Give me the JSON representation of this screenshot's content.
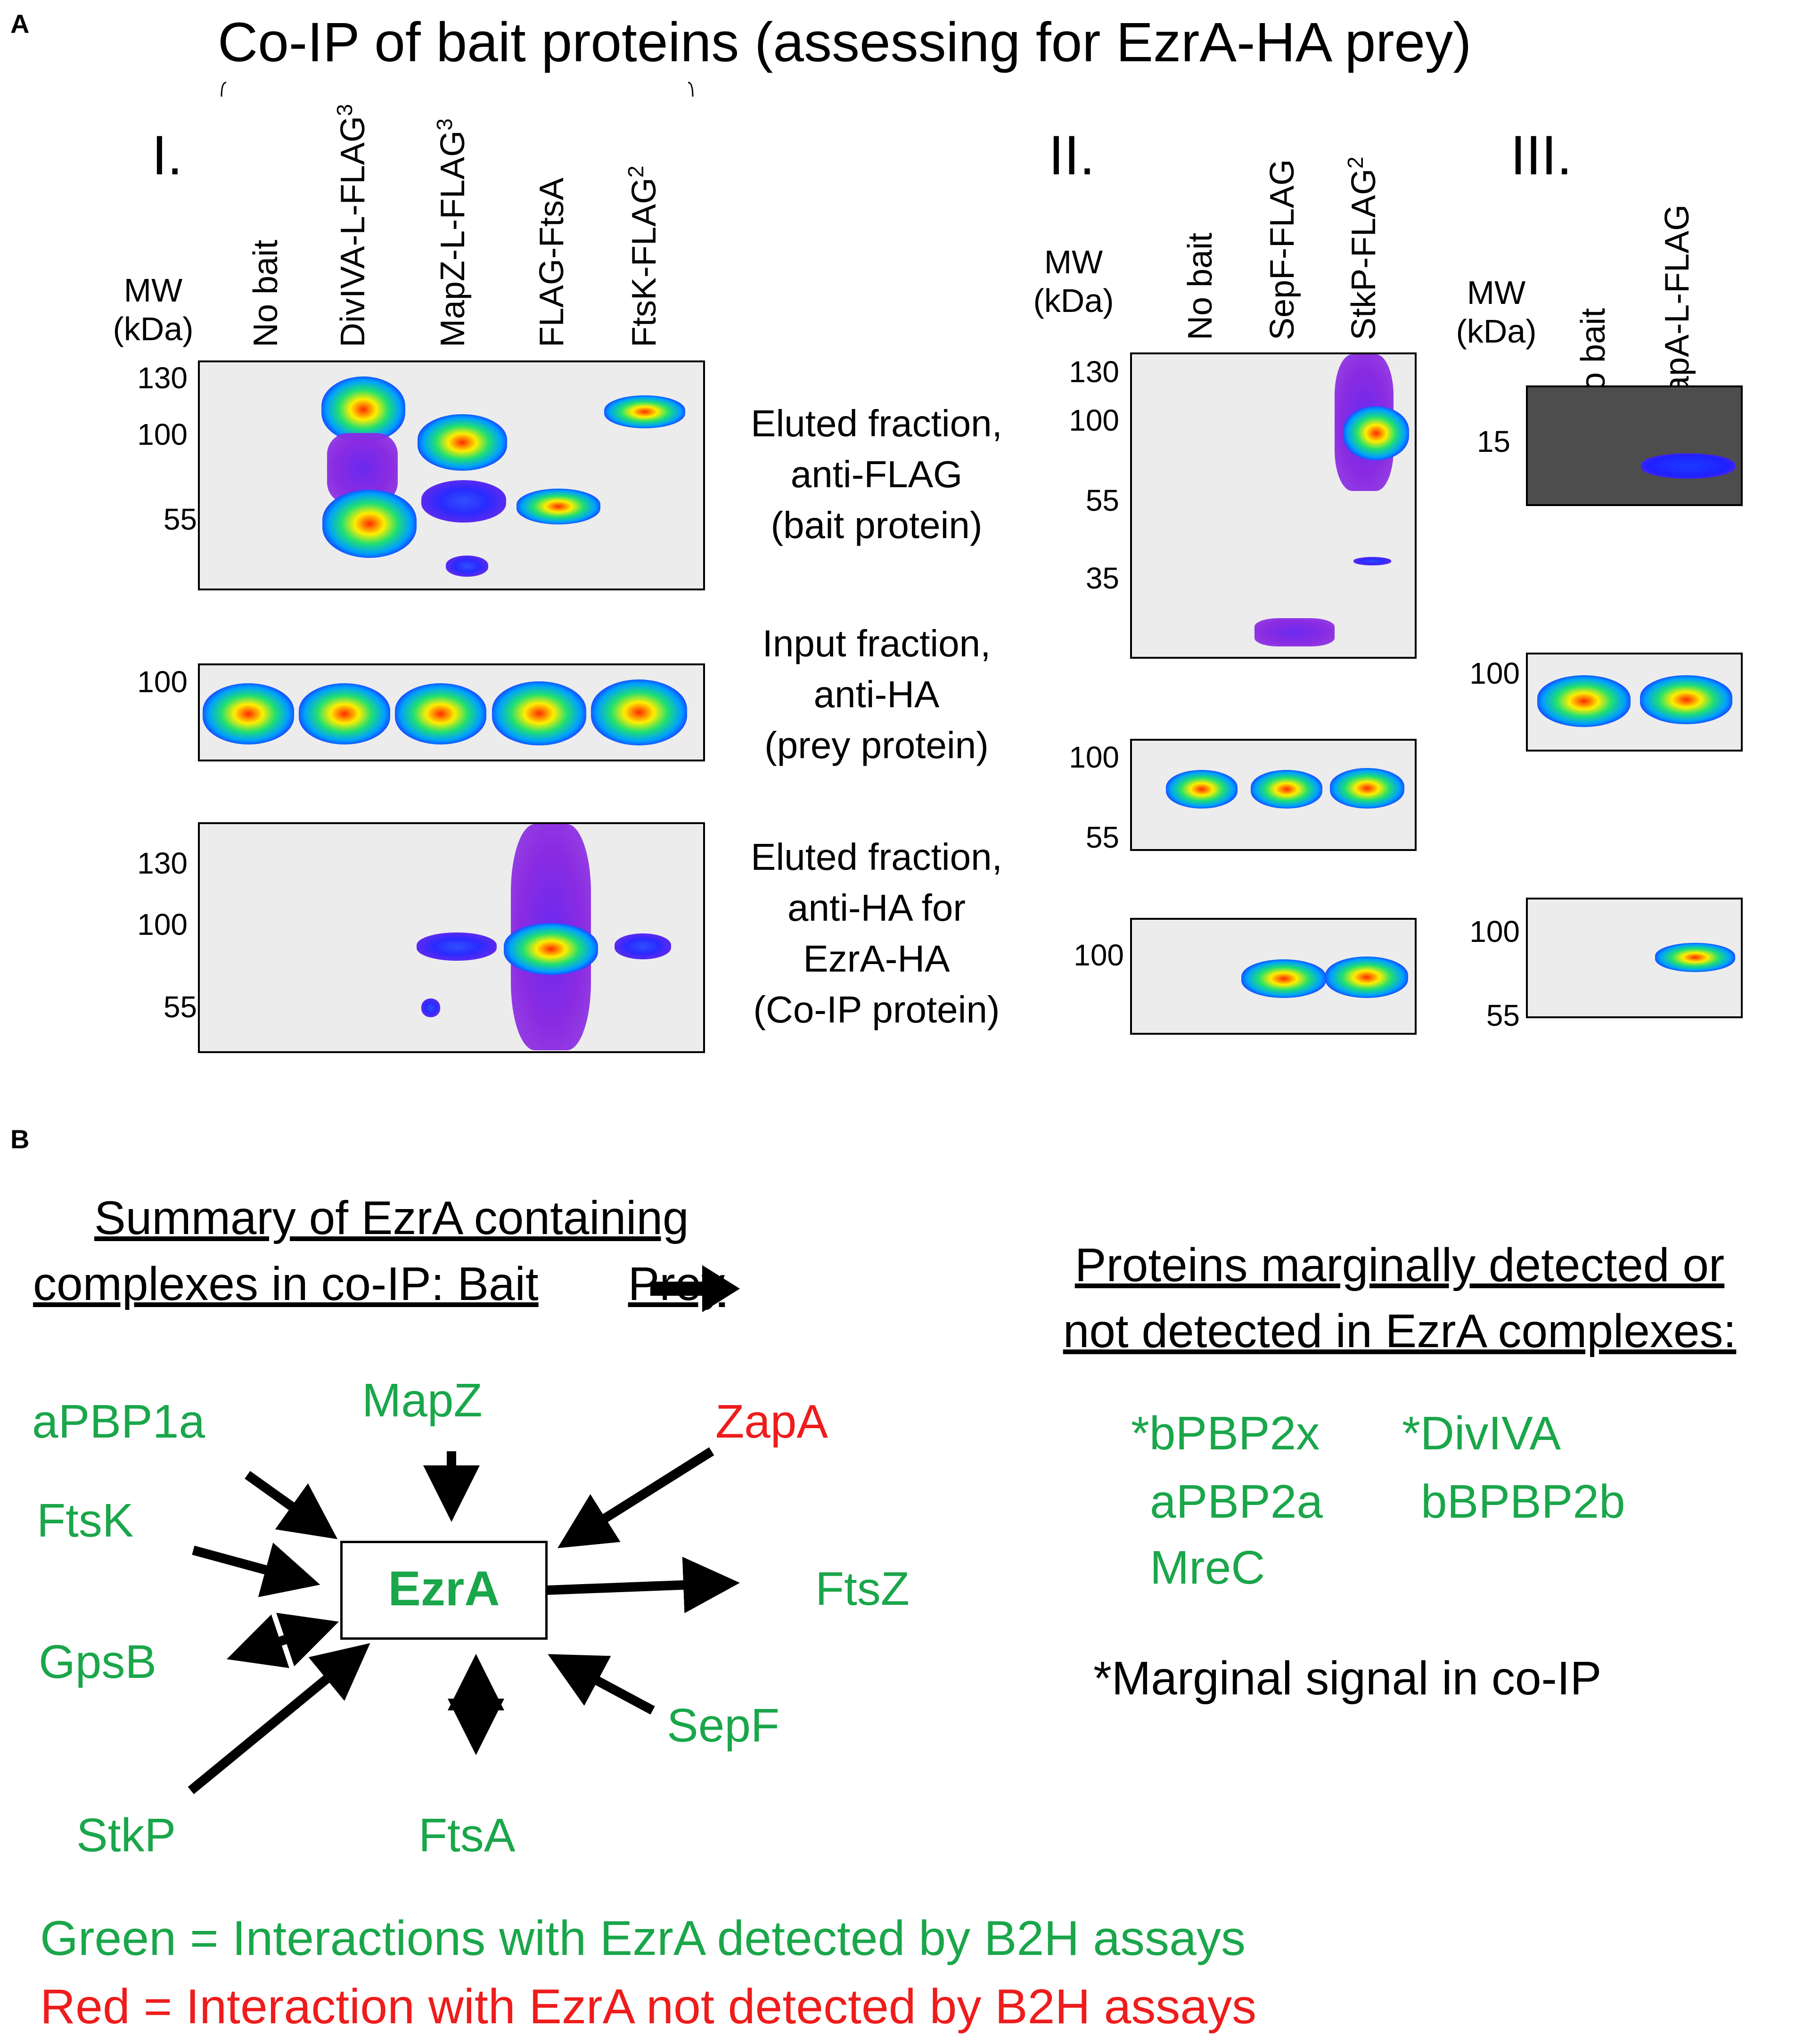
{
  "panel_a": {
    "letter": "A",
    "title": "Co-IP of bait proteins (assessing for EzrA-HA prey)",
    "blot_labels": [
      "Eluted fraction,\nanti-FLAG\n(bait protein)",
      "Input fraction,\nanti-HA\n(prey protein)",
      "Eluted fraction,\nanti-HA for\nEzrA-HA\n(Co-IP protein)"
    ],
    "group1": {
      "roman": "I.",
      "mw_label": "MW\n(kDa)",
      "lanes": [
        {
          "text": "No bait",
          "sup": ""
        },
        {
          "text": "DivIVA-L-FLAG",
          "sup": "3"
        },
        {
          "text": "MapZ-L-FLAG",
          "sup": "3"
        },
        {
          "text": "FLAG-FtsA",
          "sup": ""
        },
        {
          "text": "FtsK-FLAG",
          "sup": "2"
        }
      ],
      "blot1_ticks": [
        "130",
        "100",
        "55"
      ],
      "blot2_ticks": [
        "100"
      ],
      "blot3_ticks": [
        "130",
        "100",
        "55"
      ]
    },
    "group2": {
      "roman": "II.",
      "mw_label": "MW\n(kDa)",
      "lanes": [
        {
          "text": "No bait",
          "sup": ""
        },
        {
          "text": "SepF-FLAG",
          "sup": ""
        },
        {
          "text": "StkP-FLAG",
          "sup": "2"
        }
      ],
      "blot1_ticks": [
        "130",
        "100",
        "55",
        "35"
      ],
      "blot2_ticks": [
        "100",
        "55"
      ],
      "blot3_ticks": [
        "100"
      ]
    },
    "group3": {
      "roman": "III.",
      "mw_label": "MW\n(kDa)",
      "lanes": [
        {
          "text": "No bait",
          "sup": ""
        },
        {
          "text": "ZapA-L-FLAG",
          "sup": ""
        }
      ],
      "blot1_ticks": [
        "15"
      ],
      "blot2_ticks": [
        "100"
      ],
      "blot3_ticks": [
        "100",
        "55"
      ]
    }
  },
  "panel_b": {
    "letter": "B",
    "summary_heading": "Summary of EzrA containing\ncomplexes in co-IP: Bait",
    "summary_prey": "Prey",
    "center": "EzrA",
    "proteins": {
      "apbp1a": "aPBP1a",
      "mapz": "MapZ",
      "zapa": "ZapA",
      "ftsk": "FtsK",
      "ftsz": "FtsZ",
      "gpsb": "GpsB",
      "sepf": "SepF",
      "stkp": "StkP",
      "ftsa": "FtsA"
    },
    "marginal_heading": "Proteins marginally detected or\nnot detected in EzrA complexes:",
    "marginal_list": [
      "*bPBP2x",
      "*DivIVA",
      "aPBP2a",
      "bBPBP2b",
      "MreC"
    ],
    "marginal_note": "*Marginal signal in co-IP",
    "legend_green": "Green = Interactions with EzrA detected by B2H assays",
    "legend_red": "Red = Interaction with EzrA not detected by B2H assays"
  },
  "colors": {
    "green": "#1aa64a",
    "red": "#ee1c1c"
  }
}
